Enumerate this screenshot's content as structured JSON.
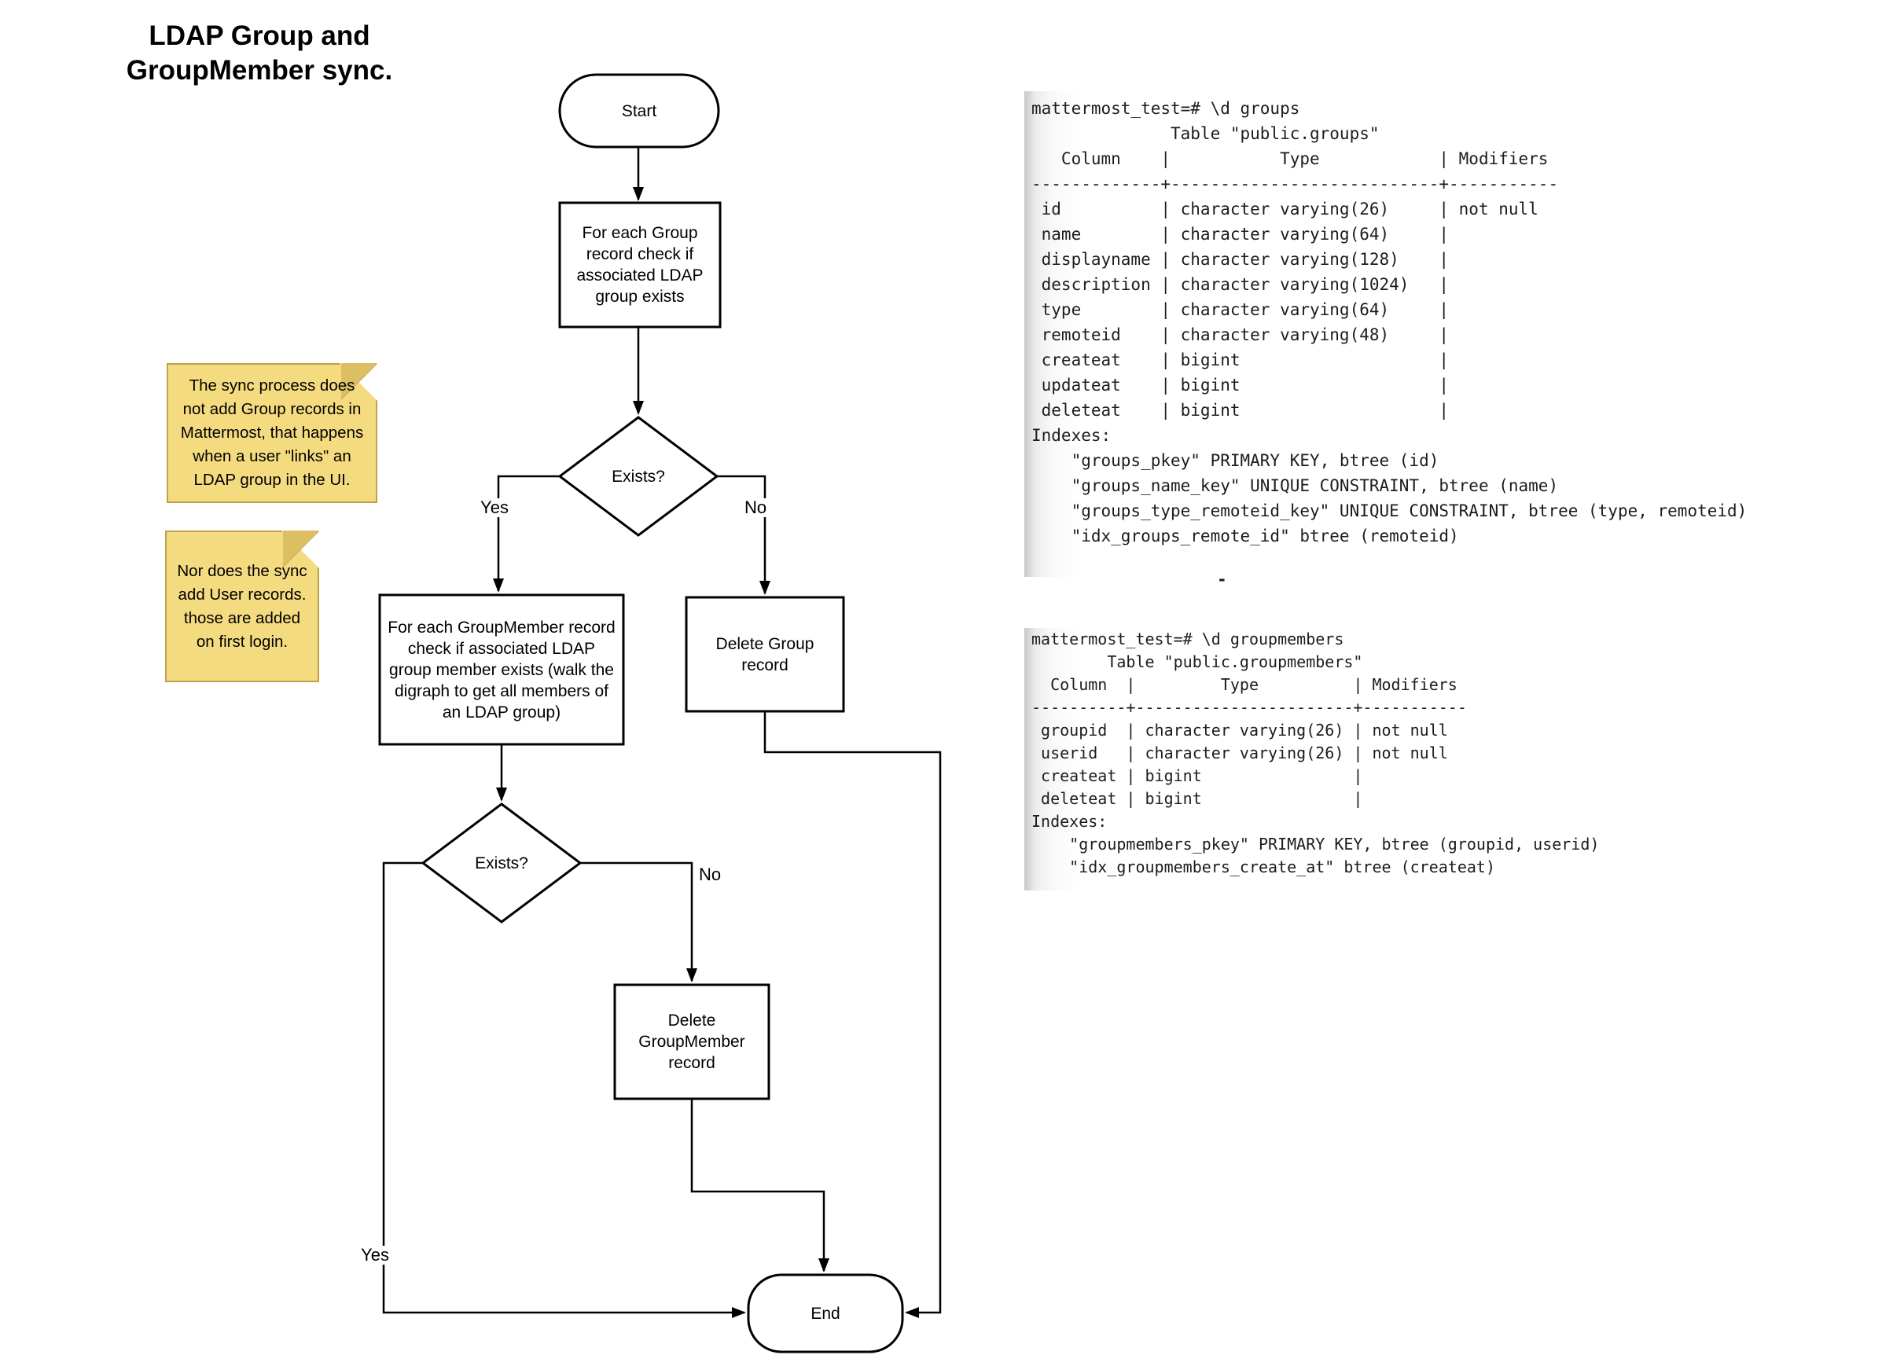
{
  "page_title": "LDAP Group and\nGroupMember sync.",
  "flowchart": {
    "nodes": {
      "start": "Start",
      "check_group": "For each Group\nrecord check if\nassociated LDAP\ngroup exists",
      "exists_group": "Exists?",
      "check_groupmember": "For each GroupMember record\ncheck if associated LDAP\ngroup member exists (walk the\ndigraph to get all members of\nan LDAP group)",
      "delete_group": "Delete Group\nrecord",
      "exists_groupmember": "Exists?",
      "delete_groupmember": "Delete\nGroupMember\nrecord",
      "end": "End"
    },
    "edge_labels": {
      "group_yes": "Yes",
      "group_no": "No",
      "member_yes": "Yes",
      "member_no": "No"
    }
  },
  "notes": {
    "note1": "The sync process does\nnot add Group records in\nMattermost, that happens\nwhen a user \"links\" an\nLDAP group in the UI.",
    "note2": "Nor does the sync\nadd User records.\nthose are added\non first login."
  },
  "terminal": {
    "groups_block": "mattermost_test=# \\d groups\n              Table \"public.groups\"\n   Column    |           Type            | Modifiers\n-------------+---------------------------+-----------\n id          | character varying(26)     | not null\n name        | character varying(64)     |\n displayname | character varying(128)    |\n description | character varying(1024)   |\n type        | character varying(64)     |\n remoteid    | character varying(48)     |\n createat    | bigint                    |\n updateat    | bigint                    |\n deleteat    | bigint                    |\nIndexes:\n    \"groups_pkey\" PRIMARY KEY, btree (id)\n    \"groups_name_key\" UNIQUE CONSTRAINT, btree (name)\n    \"groups_type_remoteid_key\" UNIQUE CONSTRAINT, btree (type, remoteid)\n    \"idx_groups_remote_id\" btree (remoteid)",
    "groupmembers_block": "mattermost_test=# \\d groupmembers\n        Table \"public.groupmembers\"\n  Column  |         Type          | Modifiers\n----------+-----------------------+-----------\n groupid  | character varying(26) | not null\n userid   | character varying(26) | not null\n createat | bigint                |\n deleteat | bigint                |\nIndexes:\n    \"groupmembers_pkey\" PRIMARY KEY, btree (groupid, userid)\n    \"idx_groupmembers_create_at\" btree (createat)",
    "cursor": "-"
  },
  "colors": {
    "stroke": "#000000",
    "shape_fill": "#ffffff",
    "note_fill": "#f5db80",
    "note_fold": "#dcbf63",
    "note_border": "#bfa04d"
  }
}
